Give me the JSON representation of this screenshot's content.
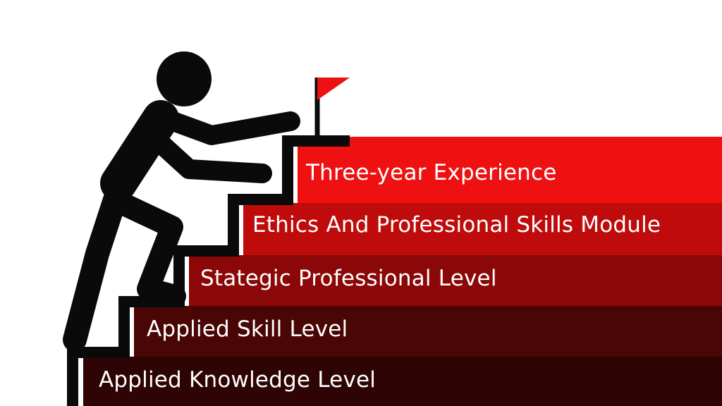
{
  "steps": [
    {
      "label": "Applied Knowledge Level",
      "color": "#2e0404"
    },
    {
      "label": "Applied Skill Level",
      "color": "#4a0505"
    },
    {
      "label": "Stategic Professional Level",
      "color": "#8c0808"
    },
    {
      "label": "Ethics And Professional Skills Module",
      "color": "#bf0b0b"
    },
    {
      "label": "Three-year Experience",
      "color": "#ef1111"
    }
  ],
  "colors": {
    "outline": "#0a0a0a",
    "figure": "#0a0a0a",
    "flag": "#ee1111",
    "background": "#ffffff"
  },
  "icons": [
    "stick-figure-icon",
    "flag-icon"
  ]
}
